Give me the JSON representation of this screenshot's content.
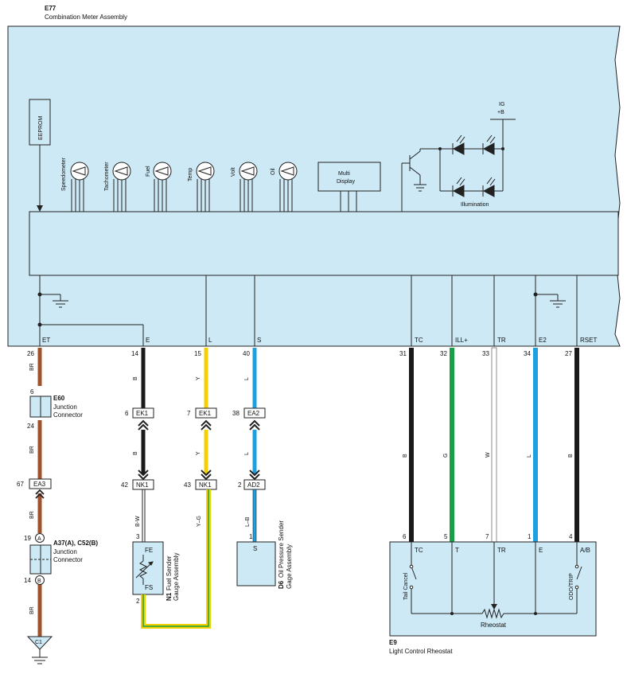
{
  "meter": {
    "id": "E77",
    "name": "Combination Meter Assembly",
    "eeprom": "EEPROM",
    "gauges": [
      "Speedometer",
      "Tachometer",
      "Fuel",
      "Temp",
      "Volt",
      "Oil"
    ],
    "multi_display": [
      "Multi",
      "Display"
    ],
    "illumination": "Illumination",
    "ig": [
      "IG",
      "+B"
    ],
    "pins": [
      {
        "name": "ET",
        "no": "26"
      },
      {
        "name": "E",
        "no": "14"
      },
      {
        "name": "L",
        "no": "15"
      },
      {
        "name": "S",
        "no": "40"
      },
      {
        "name": "TC",
        "no": "31"
      },
      {
        "name": "ILL+",
        "no": "32"
      },
      {
        "name": "TR",
        "no": "33"
      },
      {
        "name": "E2",
        "no": "34"
      },
      {
        "name": "RSET",
        "no": "27"
      }
    ]
  },
  "wire_colors": {
    "BR": "#a0522d",
    "B": "#1a1a1a",
    "Y": "#f5d000",
    "L": "#1ea0e0",
    "G": "#18a048",
    "W": "#ffffff",
    "YG": "#f5d000",
    "body_fill": "#cde9f6"
  },
  "wires": {
    "et": {
      "c1": "BR",
      "c2": "BR",
      "c3": "BR",
      "c4": "BR"
    },
    "e": {
      "c1": "B",
      "c2": "B",
      "c3": "B-W"
    },
    "l": {
      "c1": "Y",
      "c2": "Y",
      "c3": "Y–G"
    },
    "s": {
      "c1": "L",
      "c2": "L",
      "c3": "L–B"
    },
    "tc": "B",
    "ill": "G",
    "tr": "W",
    "e2": "L",
    "rset": "B"
  },
  "connectors": {
    "e60": {
      "id": "E60",
      "name1": "Junction",
      "name2": "Connector",
      "pin_in": "6",
      "pin_out": "24"
    },
    "ea3": {
      "id": "EA3",
      "pin": "67"
    },
    "a37": {
      "id": "A37(A), C52(B)",
      "name1": "Junction",
      "name2": "Connector",
      "pin_a": "19",
      "pin_b": "14",
      "mark_a": "A",
      "mark_b": "B"
    },
    "c1": {
      "id": "C1"
    },
    "ek1_e": {
      "id": "EK1",
      "pin": "6"
    },
    "nk1_e": {
      "id": "NK1",
      "pin": "42"
    },
    "ek1_l": {
      "id": "EK1",
      "pin": "7"
    },
    "nk1_l": {
      "id": "NK1",
      "pin": "43"
    },
    "ea2": {
      "id": "EA2",
      "pin": "38"
    },
    "ad2": {
      "id": "AD2",
      "pin": "2"
    }
  },
  "fuel_sender": {
    "id": "N1",
    "name1": "Fuel Sender",
    "name2": "Gauge Assembly",
    "term_top": "FE",
    "term_bottom": "FS",
    "pin_top": "3",
    "pin_bottom": "2"
  },
  "oil_sender": {
    "id": "D6",
    "name1": "Oil Pressure Sender",
    "name2": "Gage Assembly",
    "term": "S",
    "pin": "1"
  },
  "rheostat": {
    "id": "E9",
    "name": "Light Control Rheostat",
    "terminals": [
      {
        "name": "TC",
        "pin": "6"
      },
      {
        "name": "T",
        "pin": "5"
      },
      {
        "name": "TR",
        "pin": "7"
      },
      {
        "name": "E",
        "pin": "1"
      },
      {
        "name": "A/B",
        "pin": "4"
      }
    ],
    "tail_cancel": "Tail Cancel",
    "odo_trip": "ODO/TRIP",
    "rheostat_label": "Rheostat"
  }
}
